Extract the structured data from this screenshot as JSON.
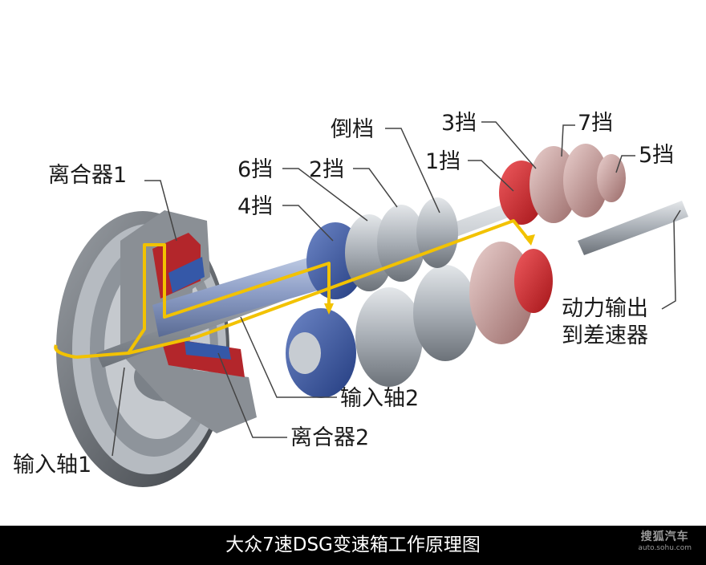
{
  "labels": {
    "clutch1": "离合器1",
    "gear6": "6挡",
    "gear4": "4挡",
    "gear2": "2挡",
    "reverse": "倒档",
    "gear1": "1挡",
    "gear3": "3挡",
    "gear7": "7挡",
    "gear5": "5挡",
    "output_line1": "动力输出",
    "output_line2": "到差速器",
    "input_shaft2": "输入轴2",
    "clutch2": "离合器2",
    "input_shaft1": "输入轴1"
  },
  "caption": "大众7速DSG变速箱工作原理图",
  "watermark": {
    "brand": "搜狐汽车",
    "url": "auto.sohu.com"
  },
  "colors": {
    "power_flow": "#f2c200",
    "clutch_red": "#b3262b",
    "gear_blue": "#3558a8",
    "gear_red": "#d8262e",
    "gear_pink": "#c99a98",
    "steel": "#9ea4ab"
  }
}
